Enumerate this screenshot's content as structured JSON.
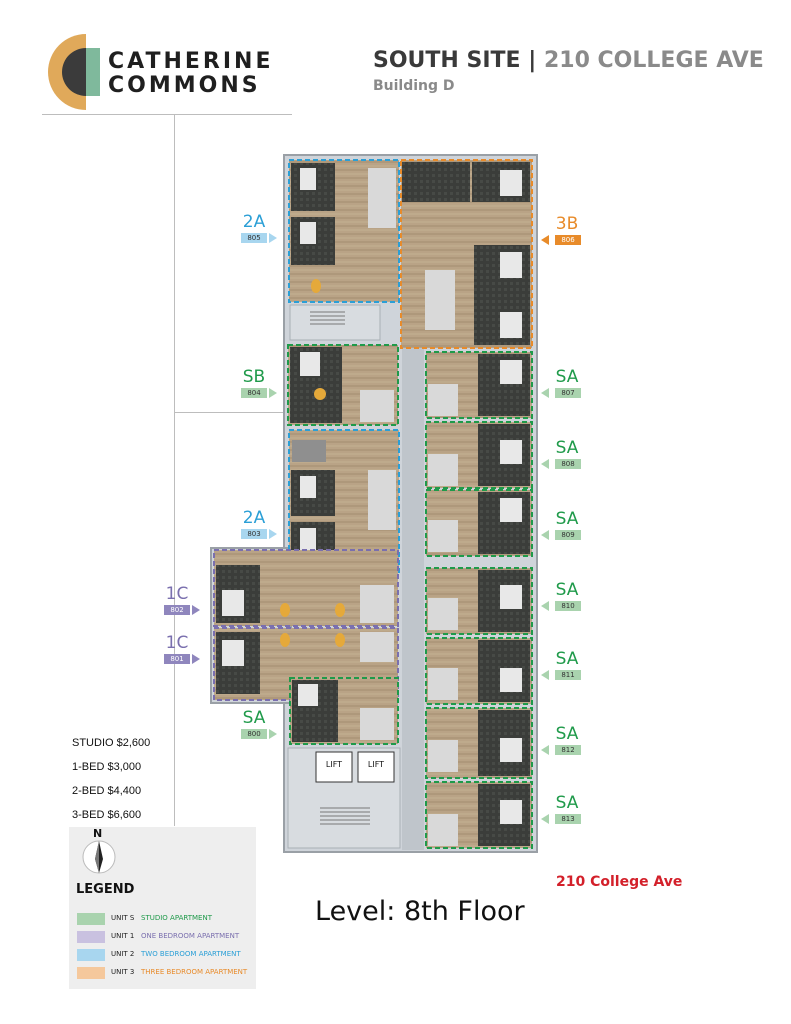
{
  "header": {
    "brand_line1": "CATHERINE",
    "brand_line2": "COMMONS",
    "site": "SOUTH SITE",
    "separator": "|",
    "address": "210 COLLEGE AVE",
    "building": "Building D"
  },
  "colors": {
    "studio": "#1f9a4a",
    "one_bed": "#7a6fae",
    "two_bed": "#2b9fd6",
    "three_bed": "#e88b2a",
    "street_red": "#d3202a"
  },
  "units": [
    {
      "type": "2A",
      "number": "805",
      "category": "two_bed"
    },
    {
      "type": "3B",
      "number": "806",
      "category": "three_bed"
    },
    {
      "type": "SB",
      "number": "804",
      "category": "studio"
    },
    {
      "type": "SA",
      "number": "807",
      "category": "studio"
    },
    {
      "type": "SA",
      "number": "808",
      "category": "studio"
    },
    {
      "type": "2A",
      "number": "803",
      "category": "two_bed"
    },
    {
      "type": "SA",
      "number": "809",
      "category": "studio"
    },
    {
      "type": "SA",
      "number": "810",
      "category": "studio"
    },
    {
      "type": "1C",
      "number": "802",
      "category": "one_bed"
    },
    {
      "type": "SA",
      "number": "811",
      "category": "studio"
    },
    {
      "type": "1C",
      "number": "801",
      "category": "one_bed"
    },
    {
      "type": "SA",
      "number": "800",
      "category": "studio"
    },
    {
      "type": "SA",
      "number": "812",
      "category": "studio"
    },
    {
      "type": "SA",
      "number": "813",
      "category": "studio"
    }
  ],
  "lifts": [
    "LIFT",
    "LIFT"
  ],
  "prices": [
    "STUDIO $2,600",
    "1-BED $3,000",
    "2-BED $4,400",
    "3-BED $6,600"
  ],
  "legend": {
    "north": "N",
    "title": "LEGEND",
    "rows": [
      {
        "unit": "UNIT S",
        "desc": "STUDIO APARTMENT",
        "swatch": "#a9d3ae",
        "text_color": "#1f9a4a"
      },
      {
        "unit": "UNIT 1",
        "desc": "ONE BEDROOM APARTMENT",
        "swatch": "#c9c1e0",
        "text_color": "#7a6fae"
      },
      {
        "unit": "UNIT 2",
        "desc": "TWO BEDROOM APARTMENT",
        "swatch": "#a8d6ef",
        "text_color": "#2b9fd6"
      },
      {
        "unit": "UNIT 3",
        "desc": "THREE BEDROOM APARTMENT",
        "swatch": "#f5c89c",
        "text_color": "#e88b2a"
      }
    ]
  },
  "level_text": "Level: 8th Floor",
  "street_label": "210 College Ave"
}
